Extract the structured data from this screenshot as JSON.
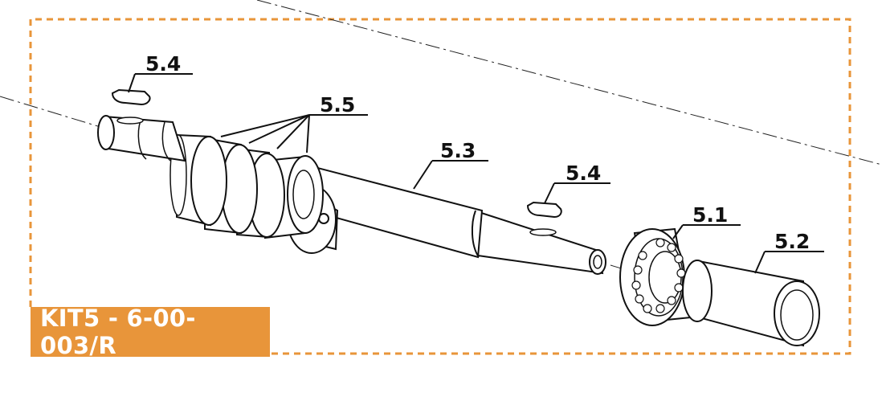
{
  "kit_label": "KIT5 - 6-00-003/R",
  "colors": {
    "accent": "#e8953a",
    "line": "#111111",
    "part_fill": "#ffffff"
  },
  "callouts": {
    "p54_left": "5.4",
    "p55": "5.5",
    "p53": "5.3",
    "p54_right": "5.4",
    "p51": "5.1",
    "p52": "5.2"
  }
}
